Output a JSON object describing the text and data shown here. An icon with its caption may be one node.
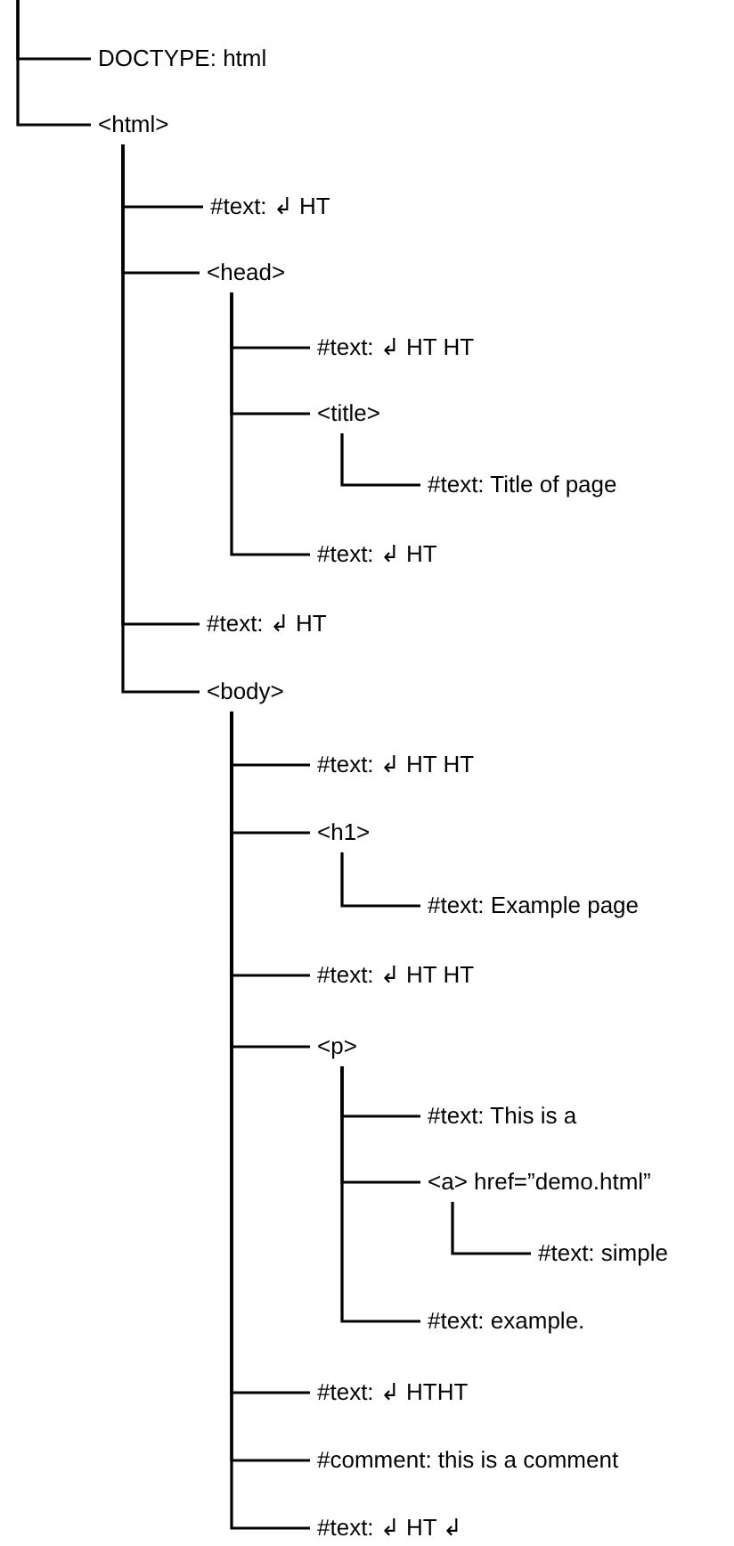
{
  "diagram": {
    "nodes": [
      {
        "text": [
          "DOCTYPE: html"
        ]
      },
      {
        "text": [
          "<html>"
        ]
      },
      {
        "text": [
          "#text: ↲ HT"
        ]
      },
      {
        "text": [
          "<head>"
        ]
      },
      {
        "text": [
          "#text: ↲ HT HT"
        ]
      },
      {
        "text": [
          "<title>"
        ]
      },
      {
        "text": [
          "#text: Title of page"
        ]
      },
      {
        "text": [
          "#text: ↲ HT"
        ]
      },
      {
        "text": [
          "#text: ↲ HT"
        ]
      },
      {
        "text": [
          "<body>"
        ]
      },
      {
        "text": [
          "#text: ↲ HT HT"
        ]
      },
      {
        "text": [
          "<h1>"
        ]
      },
      {
        "text": [
          "#text: Example page"
        ]
      },
      {
        "text": [
          "#text: ↲ HT HT"
        ]
      },
      {
        "text": [
          "<p>"
        ]
      },
      {
        "text": [
          "#text: This is a"
        ]
      },
      {
        "text": [
          "<a> href=”demo.html”"
        ]
      },
      {
        "text": [
          "#text: simple"
        ]
      },
      {
        "text": [
          "#text: example."
        ]
      },
      {
        "text": [
          "#text: ↲ HTHT"
        ]
      },
      {
        "text": [
          "#comment: this is a comment"
        ]
      },
      {
        "text": [
          "#text: ↲ HT ↲"
        ]
      }
    ],
    "edges": [
      {
        "from": null,
        "to": 0,
        "arrow": "none"
      },
      {
        "from": null,
        "to": 1,
        "arrow": "none"
      },
      {
        "from": 1,
        "to": 2,
        "arrow": "none"
      },
      {
        "from": 1,
        "to": 3,
        "arrow": "none"
      },
      {
        "from": 3,
        "to": 4,
        "arrow": "none"
      },
      {
        "from": 3,
        "to": 5,
        "arrow": "none"
      },
      {
        "from": 5,
        "to": 6,
        "arrow": "none"
      },
      {
        "from": 3,
        "to": 7,
        "arrow": "none"
      },
      {
        "from": 1,
        "to": 8,
        "arrow": "none"
      },
      {
        "from": 1,
        "to": 9,
        "arrow": "none"
      },
      {
        "from": 9,
        "to": 10,
        "arrow": "none"
      },
      {
        "from": 9,
        "to": 11,
        "arrow": "none"
      },
      {
        "from": 11,
        "to": 12,
        "arrow": "none"
      },
      {
        "from": 9,
        "to": 13,
        "arrow": "none"
      },
      {
        "from": 9,
        "to": 14,
        "arrow": "none"
      },
      {
        "from": 14,
        "to": 15,
        "arrow": "none"
      },
      {
        "from": 14,
        "to": 16,
        "arrow": "none"
      },
      {
        "from": 16,
        "to": 17,
        "arrow": "none"
      },
      {
        "from": 14,
        "to": 18,
        "arrow": "none"
      },
      {
        "from": 9,
        "to": 19,
        "arrow": "none"
      },
      {
        "from": 9,
        "to": 20,
        "arrow": "none"
      },
      {
        "from": 9,
        "to": 21,
        "arrow": "none"
      }
    ]
  }
}
